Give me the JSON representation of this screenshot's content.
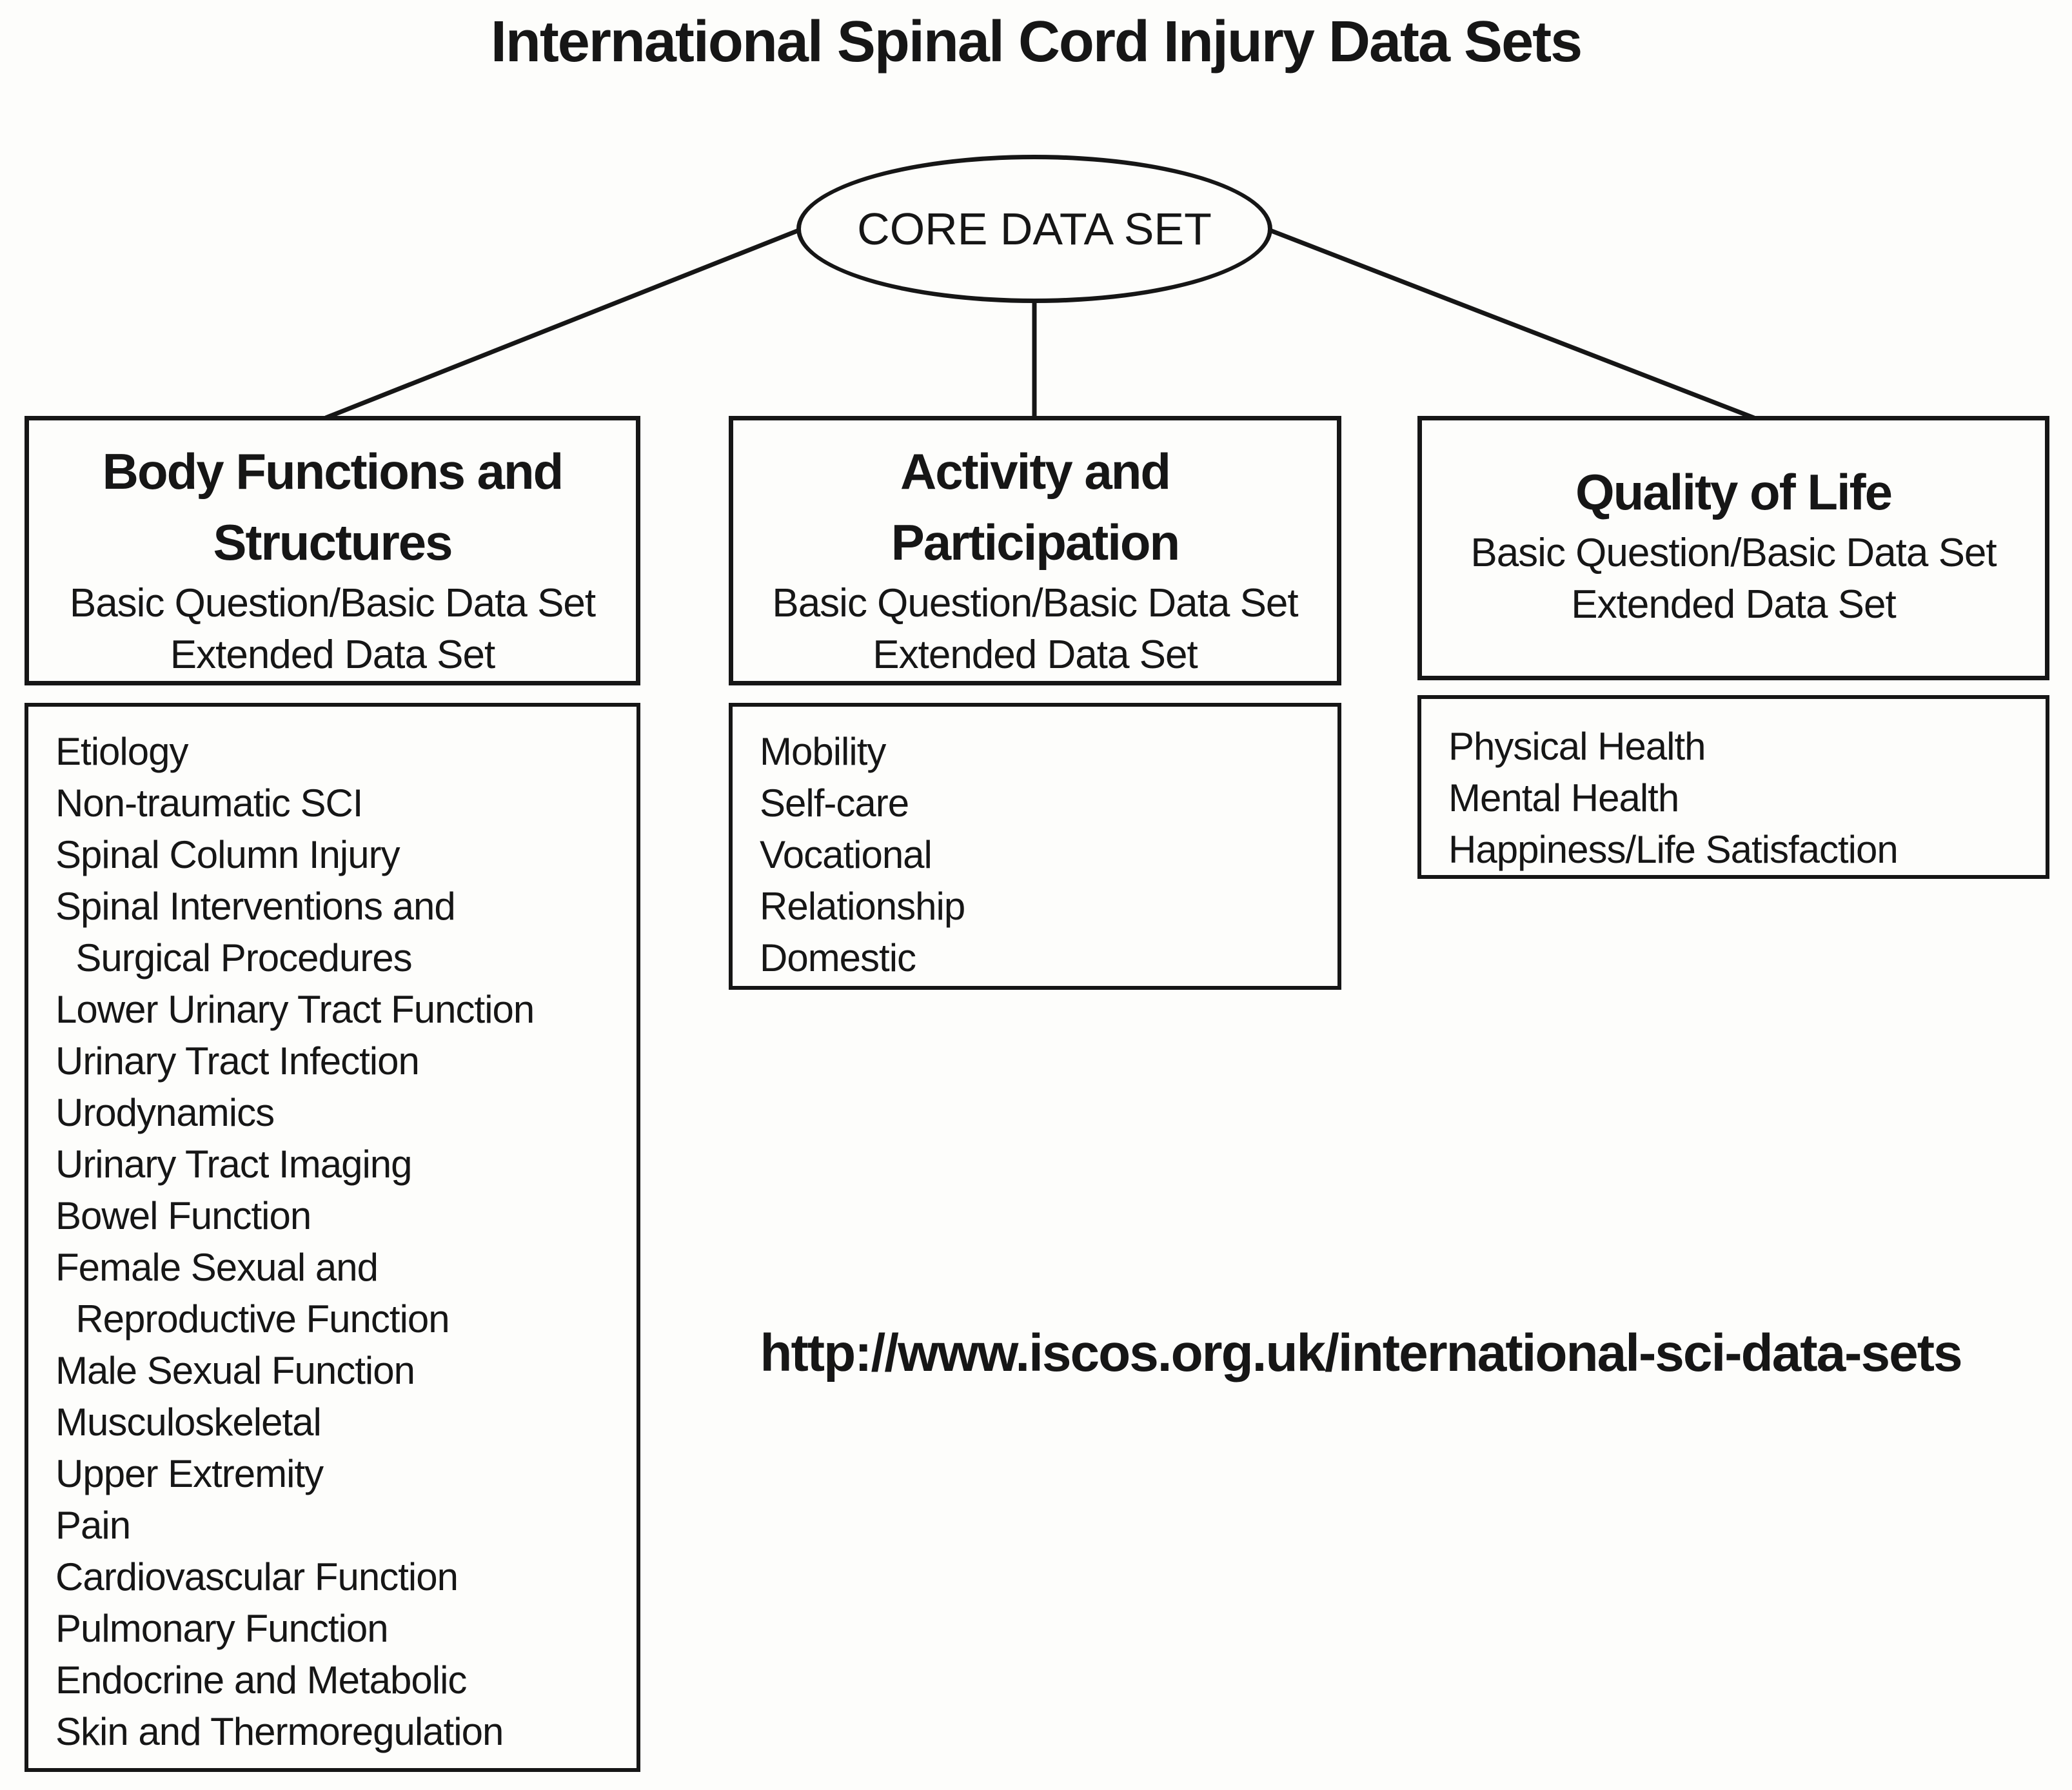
{
  "title": "International Spinal Cord Injury Data Sets",
  "core_label": "CORE DATA SET",
  "url": "http://www.iscos.org.uk/international-sci-data-sets",
  "colors": {
    "ink": "#161616",
    "background": "#fdfdfb"
  },
  "columns": [
    {
      "title": "Body Functions and\nStructures",
      "subtitles": [
        "Basic Question/Basic Data Set",
        "Extended Data Set"
      ],
      "items": [
        "Etiology",
        "Non-traumatic SCI",
        "Spinal Column Injury",
        "Spinal Interventions and",
        "  Surgical Procedures",
        "Lower Urinary Tract Function",
        "Urinary Tract Infection",
        "Urodynamics",
        "Urinary Tract Imaging",
        "Bowel Function",
        "Female Sexual and",
        "  Reproductive Function",
        "Male Sexual Function",
        "Musculoskeletal",
        "Upper Extremity",
        "Pain",
        "Cardiovascular Function",
        "Pulmonary Function",
        "Endocrine and Metabolic",
        "Skin and Thermoregulation"
      ]
    },
    {
      "title": "Activity and\nParticipation",
      "subtitles": [
        "Basic Question/Basic Data Set",
        "Extended Data Set"
      ],
      "items": [
        "Mobility",
        "Self-care",
        "Vocational",
        "Relationship",
        "Domestic"
      ]
    },
    {
      "title": "Quality of Life",
      "subtitles": [
        "Basic Question/Basic Data Set",
        "Extended Data Set"
      ],
      "items": [
        "Physical Health",
        "Mental Health",
        "Happiness/Life Satisfaction"
      ]
    }
  ]
}
